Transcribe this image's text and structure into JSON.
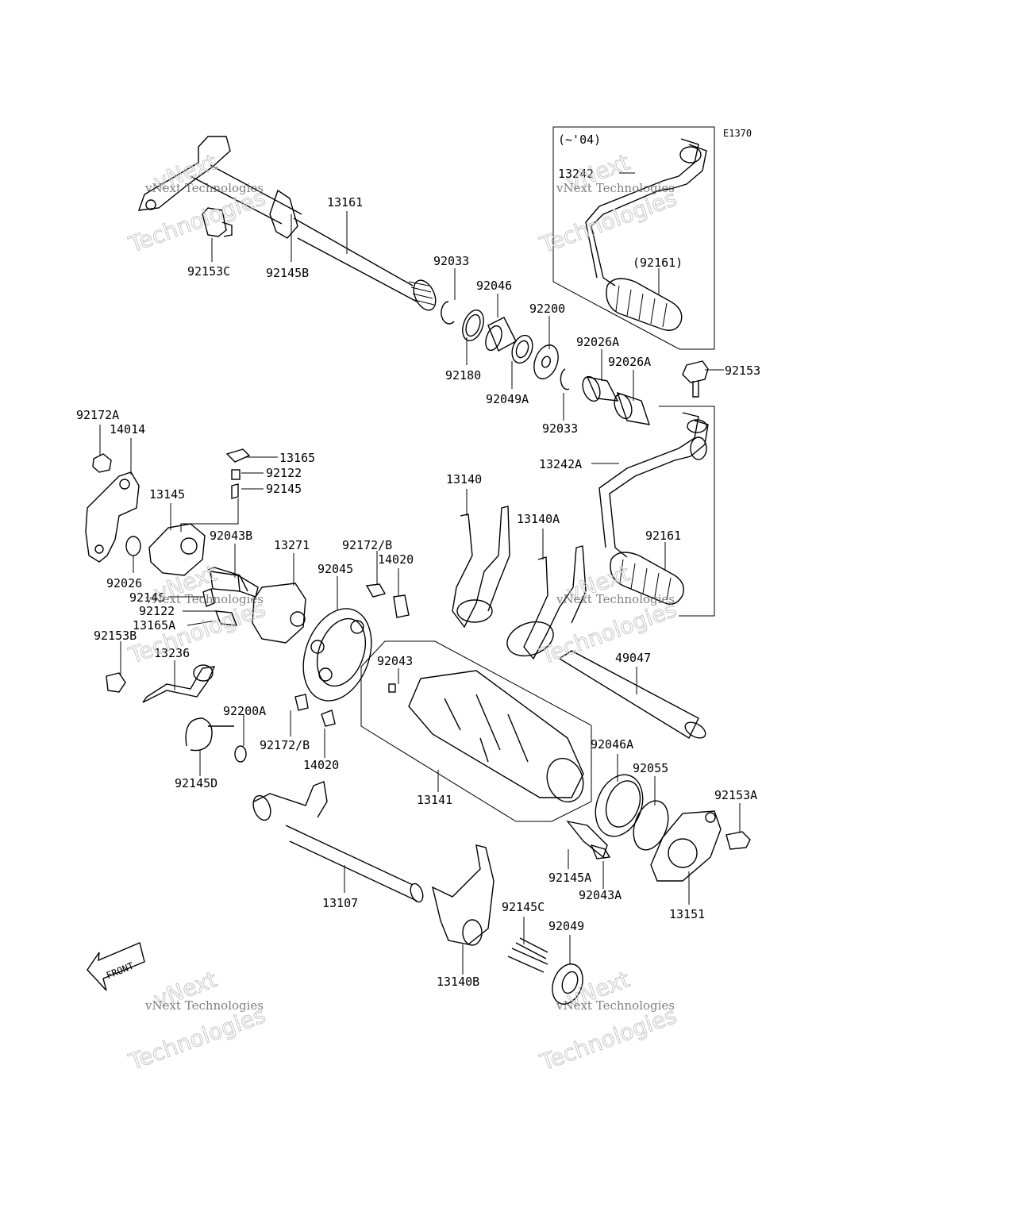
{
  "diagram_code": "E1370",
  "variant_label": "(~'04)",
  "front_label": "FRONT",
  "watermark": {
    "line1": "vNext",
    "line2": "vNext Technologies",
    "line3": "Technologies"
  },
  "parts": {
    "p13161": "13161",
    "p92153C": "92153C",
    "p92145B": "92145B",
    "p92033a": "92033",
    "p92046": "92046",
    "p92180": "92180",
    "p92200": "92200",
    "p92049A": "92049A",
    "p92026Aa": "92026A",
    "p92026Ab": "92026A",
    "p92033b": "92033",
    "p92153": "92153",
    "p13242": "13242",
    "p92161a": "(92161)",
    "p13242A": "13242A",
    "p92161b": "92161",
    "p92172A": "92172A",
    "p14014": "14014",
    "p13165a": "13165",
    "p92122a": "92122",
    "p92145a": "92145",
    "p13145": "13145",
    "p92043B": "92043B",
    "p13271": "13271",
    "p92172Ba": "92172/B",
    "p92045": "92045",
    "p14020a": "14020",
    "p13140": "13140",
    "p13140A": "13140A",
    "p92026": "92026",
    "p92145b": "92145",
    "p92122b": "92122",
    "p13165A": "13165A",
    "p92153B": "92153B",
    "p13236": "13236",
    "p92043": "92043",
    "p49047": "49047",
    "p92200A": "92200A",
    "p92172Bb": "92172/B",
    "p14020b": "14020",
    "p92145D": "92145D",
    "p13141": "13141",
    "p92046A": "92046A",
    "p92055": "92055",
    "p92153A": "92153A",
    "p92145A": "92145A",
    "p92043A": "92043A",
    "p13151": "13151",
    "p13107": "13107",
    "p92145C": "92145C",
    "p92049": "92049",
    "p13140B": "13140B"
  }
}
